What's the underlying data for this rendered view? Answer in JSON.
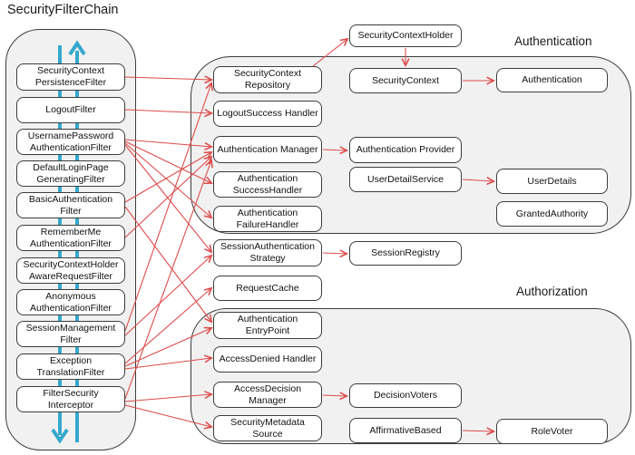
{
  "diagram_title": "SecurityFilterChain",
  "groups": {
    "filter_chain": "SecurityFilterChain",
    "authentication": "Authentication",
    "authorization": "Authorization"
  },
  "filters": {
    "items": [
      "SecurityContext PersistenceFilter",
      "LogoutFilter",
      "UsernamePassword AuthenticationFilter",
      "DefaultLoginPage GeneratingFilter",
      "BasicAuthentication Filter",
      "RememberMe AuthenticationFilter",
      "SecurityContextHolder AwareRequestFilter",
      "Anonymous AuthenticationFilter",
      "SessionManagement Filter",
      "Exception TranslationFilter",
      "FilterSecurity Interceptor"
    ]
  },
  "middle": {
    "items": [
      "SecurityContext Repository",
      "LogoutSuccess Handler",
      "Authentication Manager",
      "Authentication SuccessHandler",
      "Authentication FailureHandler",
      "SessionAuthentication Strategy",
      "RequestCache",
      "Authentication EntryPoint",
      "AccessDenied Handler",
      "AccessDecision Manager",
      "SecurityMetadata Source"
    ]
  },
  "right": {
    "items": [
      "SecurityContextHolder",
      "SecurityContext",
      "Authentication Provider",
      "UserDetailService",
      "SessionRegistry",
      "DecisionVoters",
      "AffirmativeBased"
    ]
  },
  "far_right": {
    "items": [
      "Authentication",
      "UserDetails",
      "GrantedAuthority",
      "RoleVoter"
    ]
  },
  "colors": {
    "connector_arrow": "#dd4b4b",
    "flow_arrow": "#35a8cc",
    "group_fill": "#f1f1f1",
    "node_border": "#3c3c3c"
  },
  "edges": [
    "SecurityContextPersistenceFilter -> SecurityContextRepository",
    "LogoutFilter -> LogoutSuccessHandler",
    "UsernamePasswordAuthenticationFilter -> AuthenticationManager",
    "UsernamePasswordAuthenticationFilter -> AuthenticationSuccessHandler",
    "UsernamePasswordAuthenticationFilter -> AuthenticationFailureHandler",
    "UsernamePasswordAuthenticationFilter -> SessionAuthenticationStrategy",
    "BasicAuthenticationFilter -> AuthenticationManager",
    "BasicAuthenticationFilter -> AuthenticationEntryPoint",
    "RememberMeAuthenticationFilter -> AuthenticationManager",
    "SessionManagementFilter -> SecurityContextRepository",
    "SessionManagementFilter -> SessionAuthenticationStrategy",
    "ExceptionTranslationFilter -> RequestCache",
    "ExceptionTranslationFilter -> AuthenticationEntryPoint",
    "ExceptionTranslationFilter -> AccessDeniedHandler",
    "FilterSecurityInterceptor -> AuthenticationManager",
    "FilterSecurityInterceptor -> AccessDecisionManager",
    "FilterSecurityInterceptor -> SecurityMetadataSource",
    "SecurityContextRepository -> SecurityContextHolder",
    "SecurityContextHolder -> SecurityContext",
    "SecurityContext -> Authentication",
    "AuthenticationManager -> AuthenticationProvider",
    "UserDetailService -> UserDetails",
    "SessionAuthenticationStrategy -> SessionRegistry",
    "AccessDecisionManager -> DecisionVoters",
    "AffirmativeBased -> RoleVoter"
  ]
}
